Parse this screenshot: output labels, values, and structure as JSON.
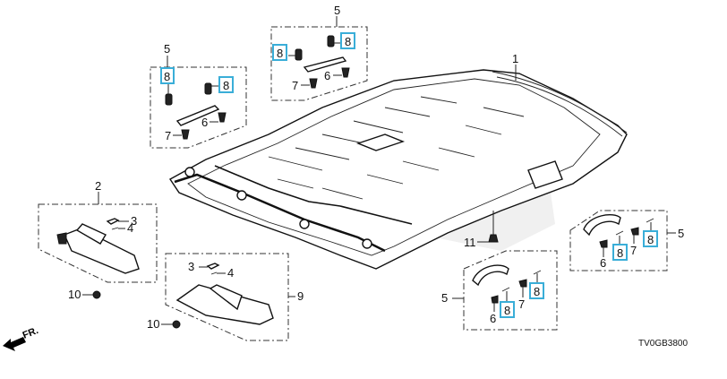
{
  "diagram": {
    "title_code": "TV0GB3800",
    "direction_indicator": "FR.",
    "highlight_color": "#3aaed8",
    "parts": [
      {
        "ref": "1",
        "name": "headliner"
      },
      {
        "ref": "2",
        "name": "sun-visor-assembly-left"
      },
      {
        "ref": "3",
        "name": "visor-mirror-cover"
      },
      {
        "ref": "4",
        "name": "visor-screw"
      },
      {
        "ref": "5",
        "name": "assist-grip-assembly"
      },
      {
        "ref": "6",
        "name": "grip-cover"
      },
      {
        "ref": "7",
        "name": "grip-cover"
      },
      {
        "ref": "8",
        "name": "grip-clip",
        "highlighted": true
      },
      {
        "ref": "9",
        "name": "sun-visor-assembly-right"
      },
      {
        "ref": "10",
        "name": "visor-holder"
      },
      {
        "ref": "11",
        "name": "headliner-clip"
      }
    ],
    "labels": {
      "l1": "1",
      "l2": "2",
      "l3a": "3",
      "l4a": "4",
      "l3b": "3",
      "l4b": "4",
      "l5a": "5",
      "l5b": "5",
      "l5c": "5",
      "l5d": "5",
      "l6a": "6",
      "l6b": "6",
      "l6c": "6",
      "l6d": "6",
      "l7a": "7",
      "l7b": "7",
      "l7c": "7",
      "l7d": "7",
      "l8a": "8",
      "l8b": "8",
      "l8c": "8",
      "l8d": "8",
      "l8e": "8",
      "l8f": "8",
      "l8g": "8",
      "l8h": "8",
      "l9": "9",
      "l10a": "10",
      "l10b": "10",
      "l11": "11"
    }
  }
}
